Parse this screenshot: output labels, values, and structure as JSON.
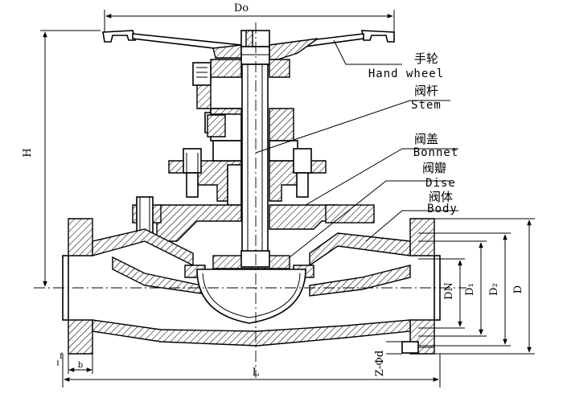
{
  "dimensions": {
    "handwheel_diameter": "Do",
    "height": "H",
    "length": "L",
    "nominal_diameter": "DN",
    "d1": "D₁",
    "d2": "D₂",
    "flange_diameter": "D",
    "bolt_holes": "Z-Φd",
    "flange_thickness": "b",
    "raised_face": "f"
  },
  "callouts": [
    {
      "zh": "手轮",
      "en": "Hand wheel"
    },
    {
      "zh": "阀杆",
      "en": "Stem"
    },
    {
      "zh": "阀盖",
      "en": "Bonnet"
    },
    {
      "zh": "阀瓣",
      "en": "Dise"
    },
    {
      "zh": "阀体",
      "en": "Body"
    }
  ]
}
